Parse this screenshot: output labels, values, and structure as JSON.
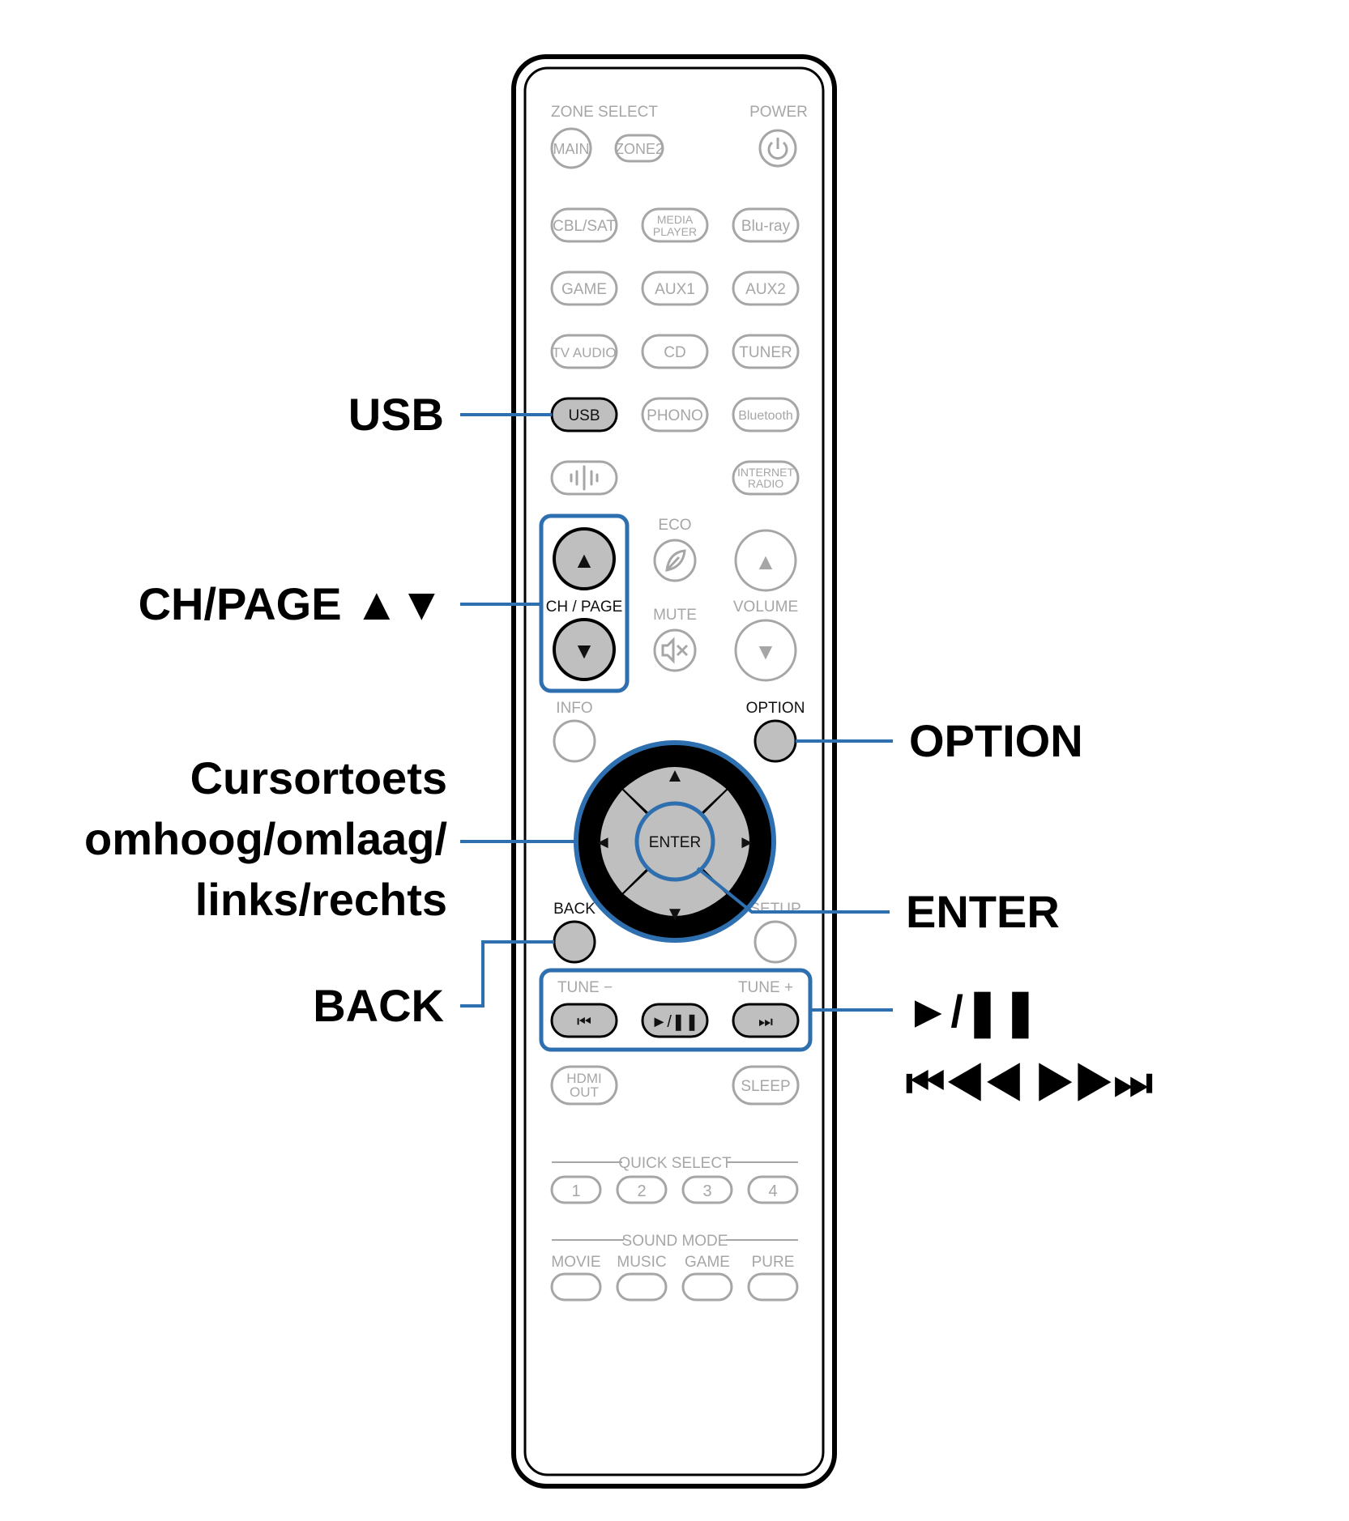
{
  "colors": {
    "accent": "#2e6fb0",
    "highlight_button": "#bfbfbf",
    "inactive": "#a6a6a6"
  },
  "remote": {
    "zone_select": "ZONE SELECT",
    "power": "POWER",
    "main": "MAIN",
    "zone2": "ZONE2",
    "inputs_row1": [
      "CBL/SAT",
      "MEDIA",
      "PLAYER",
      "Blu-ray"
    ],
    "inputs_row2": [
      "GAME",
      "AUX1",
      "AUX2"
    ],
    "inputs_row3": [
      "TV AUDIO",
      "CD",
      "TUNER"
    ],
    "usb": "USB",
    "phono": "PHONO",
    "bluetooth": "Bluetooth",
    "internet_radio": [
      "INTERNET",
      "RADIO"
    ],
    "eco": "ECO",
    "ch_page": "CH / PAGE",
    "mute": "MUTE",
    "volume": "VOLUME",
    "info": "INFO",
    "option": "OPTION",
    "enter": "ENTER",
    "back": "BACK",
    "setup": "SETUP",
    "tune_minus": "TUNE −",
    "tune_plus": "TUNE +",
    "hdmi_out": [
      "HDMI",
      "OUT"
    ],
    "sleep": "SLEEP",
    "quick_select": "QUICK SELECT",
    "quick_numbers": [
      "1",
      "2",
      "3",
      "4"
    ],
    "sound_mode": "SOUND MODE",
    "sound_modes": [
      "MOVIE",
      "MUSIC",
      "GAME",
      "PURE"
    ],
    "play_pause_glyph": "►/❚❚",
    "skip_back_glyph": "⏮",
    "skip_fwd_glyph": "⏭",
    "arrow_up": "▲",
    "arrow_down": "▼",
    "arrow_left": "◄",
    "arrow_right": "►"
  },
  "callouts": {
    "usb": "USB",
    "ch_page": "CH/PAGE ▲▼",
    "cursor_line1": "Cursortoets",
    "cursor_line2": "omhoog/omlaag/",
    "cursor_line3": "links/rechts",
    "back": "BACK",
    "option": "OPTION",
    "enter": "ENTER",
    "play_pause": "►/❚❚",
    "skip": "⏮◀◀ ▶▶⏭"
  }
}
